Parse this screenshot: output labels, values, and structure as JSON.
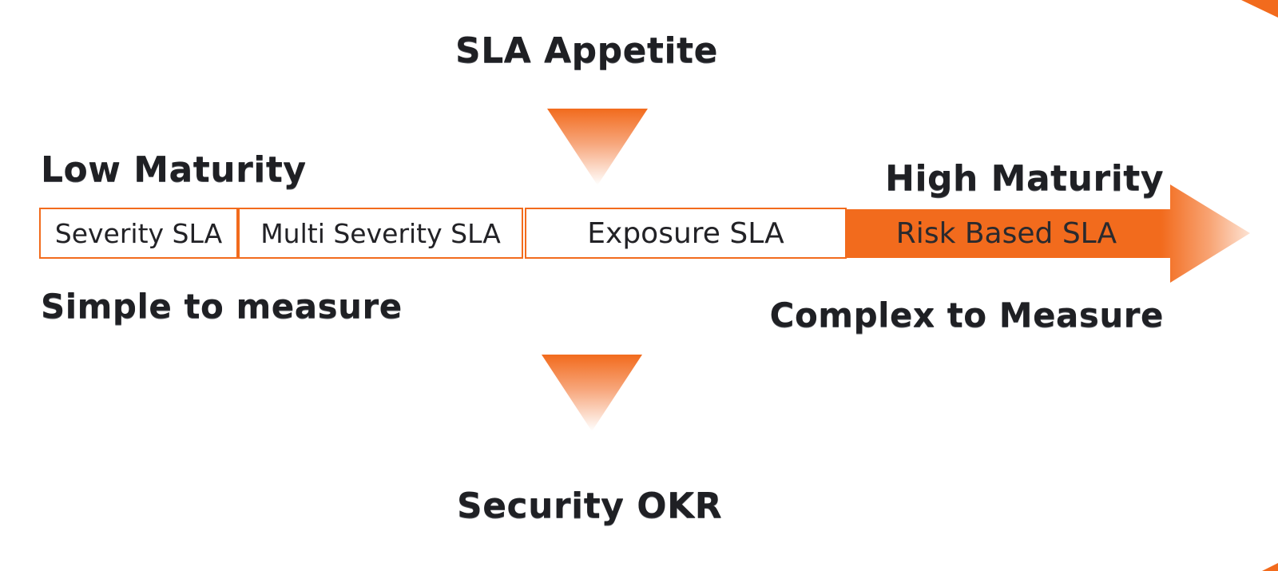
{
  "headings": {
    "sla_appetite": "SLA Appetite",
    "security_okr": "Security OKR",
    "low_maturity": "Low Maturity",
    "high_maturity": "High Maturity",
    "simple_to_measure": "Simple to measure",
    "complex_to_measure": "Complex to Measure"
  },
  "stages": [
    {
      "label": "Severity SLA",
      "highlighted": false
    },
    {
      "label": "Multi Severity SLA",
      "highlighted": false
    },
    {
      "label": "Exposure SLA",
      "highlighted": false
    },
    {
      "label": "Risk Based SLA",
      "highlighted": true
    }
  ],
  "colors": {
    "accent": "#f26b1d",
    "accent_light": "#fde3d4",
    "text_dark": "#1f2024"
  }
}
